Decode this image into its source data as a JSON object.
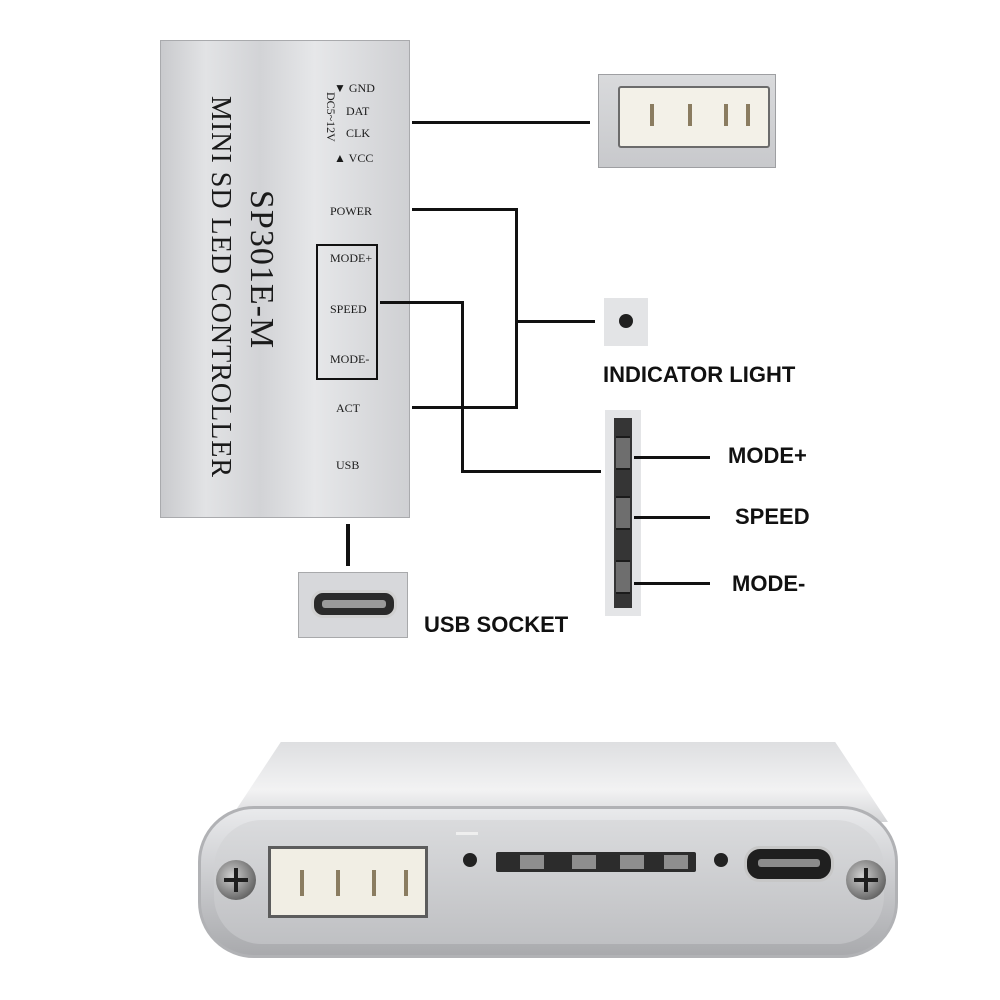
{
  "controller": {
    "model": "SP301E-M",
    "subtitle": "MINI SD LED CONTROLLER",
    "voltage": "DC5~12V",
    "pins": [
      "▼ GND",
      "DAT",
      "CLK",
      "▲ VCC"
    ],
    "labels": {
      "power": "POWER",
      "mode_plus": "MODE+",
      "speed": "SPEED",
      "mode_minus": "MODE-",
      "act": "ACT",
      "usb": "USB"
    }
  },
  "callouts": {
    "indicator_light": "INDICATOR LIGHT",
    "mode_plus": "MODE+",
    "speed": "SPEED",
    "mode_minus": "MODE-",
    "usb_socket": "USB SOCKET"
  },
  "colors": {
    "line": "#111111",
    "aluminum": "#d8d9dc",
    "background": "#ffffff"
  }
}
